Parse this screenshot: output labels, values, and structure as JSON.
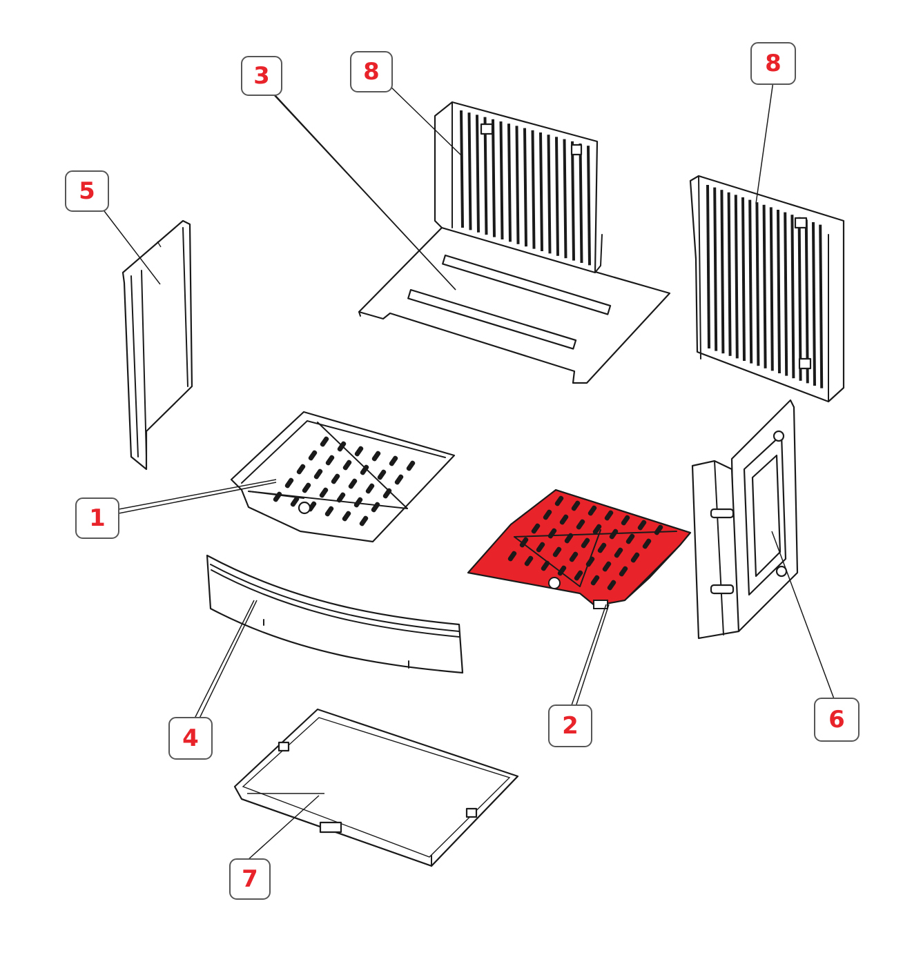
{
  "colors": {
    "outline": "#1a1a1a",
    "label_text": "#e8232a",
    "highlight": "#e8232a",
    "callout_border": "#555555",
    "background": "#ffffff"
  },
  "callouts": [
    {
      "id": "callout-3",
      "number": "3",
      "part": "base-plate-with-back-panel"
    },
    {
      "id": "callout-8-left",
      "number": "8",
      "part": "back-grate-panel"
    },
    {
      "id": "callout-8-right",
      "number": "8",
      "part": "side-grate-panel"
    },
    {
      "id": "callout-5",
      "number": "5",
      "part": "side-liner-panel"
    },
    {
      "id": "callout-1",
      "number": "1",
      "part": "perforated-grate-tray"
    },
    {
      "id": "callout-2",
      "number": "2",
      "part": "highlighted-grate-tray"
    },
    {
      "id": "callout-6",
      "number": "6",
      "part": "door-frame"
    },
    {
      "id": "callout-4",
      "number": "4",
      "part": "front-rail"
    },
    {
      "id": "callout-7",
      "number": "7",
      "part": "ash-pan"
    }
  ],
  "highlighted_part": "2"
}
